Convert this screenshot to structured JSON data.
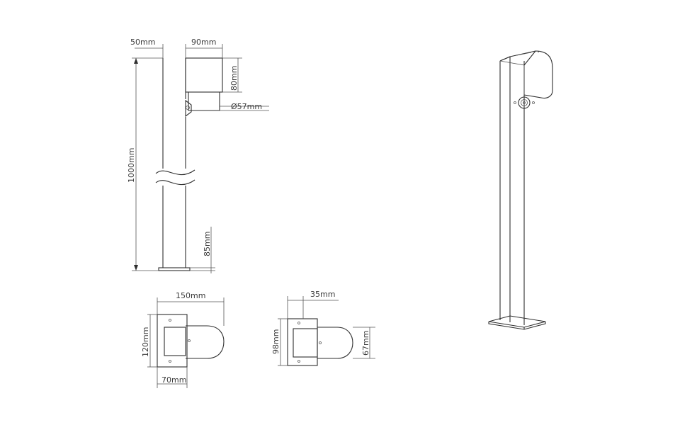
{
  "dimensions": {
    "post_width": "50mm",
    "head_depth": "90mm",
    "head_height": "80mm",
    "sensor_diameter": "Ø57mm",
    "total_height": "1000mm",
    "base_height": "85mm",
    "large_base_depth": "150mm",
    "large_base_width": "120mm",
    "large_inner_width": "70mm",
    "small_offset": "35mm",
    "small_base_width": "98mm",
    "small_head_width": "67mm"
  }
}
